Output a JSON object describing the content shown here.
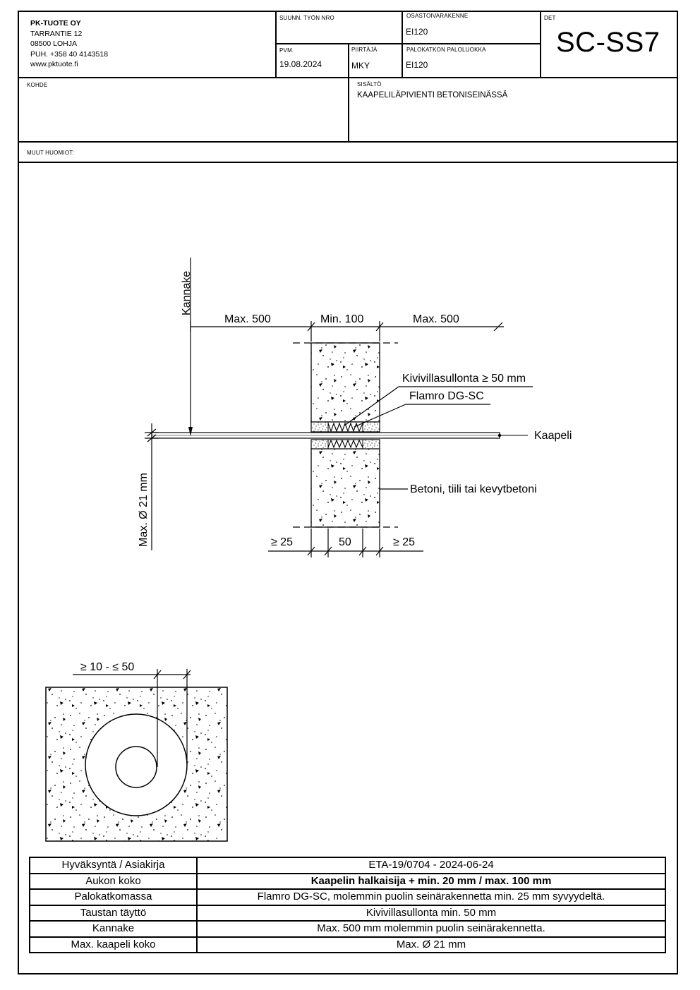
{
  "company": {
    "name": "PK-TUOTE OY",
    "address": "TARRANTIE 12",
    "city": "08500 LOHJA",
    "phone": "PUH. +358 40 4143518",
    "web": "www.pktuote.fi"
  },
  "header": {
    "suunn_label": "SUUNN. TYÖN NRO",
    "suunn_value": "",
    "osasto_label": "OSASTOIVARAKENNE",
    "osasto_value": "EI120",
    "det_label": "DET",
    "det_value": "SC-SS7",
    "pvm_label": "PVM.",
    "pvm_value": "19.08.2024",
    "piirtaja_label": "PIIRTÄJÄ",
    "piirtaja_value": "MKY",
    "palo_label": "PALOKATKON PALOLUOKKA",
    "palo_value": "EI120",
    "kohde_label": "KOHDE",
    "sisalto_label": "SISÄLTÖ",
    "sisalto_value": "KAAPELILÄPIVIENTI BETONISEINÄSSÄ",
    "muut_label": "MUUT HUOMIOT:"
  },
  "drawing": {
    "kannake": "Kannake",
    "max500_left": "Max. 500",
    "min100": "Min. 100",
    "max500_right": "Max. 500",
    "kivivilla": "Kivivillasullonta ≥ 50 mm",
    "flamro": "Flamro DG-SC",
    "kaapeli": "Kaapeli",
    "betoni": "Betoni, tiili tai kevytbetoni",
    "max_d": "Max. Ø 21 mm",
    "ge25_left": "≥ 25",
    "dim50": "50",
    "ge25_right": "≥ 25",
    "range": "≥ 10 - ≤ 50"
  },
  "spec_table": [
    {
      "key": "Hyväksyntä / Asiakirja",
      "value": "ETA-19/0704 - 2024-06-24"
    },
    {
      "key": "Aukon koko",
      "value": "Kaapelin halkaisija + min. 20 mm / max. 100 mm"
    },
    {
      "key": "Palokatkomassa",
      "value": "Flamro DG-SC, molemmin puolin seinärakennetta min. 25 mm syvyydeltä."
    },
    {
      "key": "Taustan täyttö",
      "value": "Kivivillasullonta min. 50 mm"
    },
    {
      "key": "Kannake",
      "value": "Max. 500 mm molemmin puolin seinärakennetta."
    },
    {
      "key": "Max. kaapeli koko",
      "value": "Max. Ø 21 mm"
    }
  ]
}
